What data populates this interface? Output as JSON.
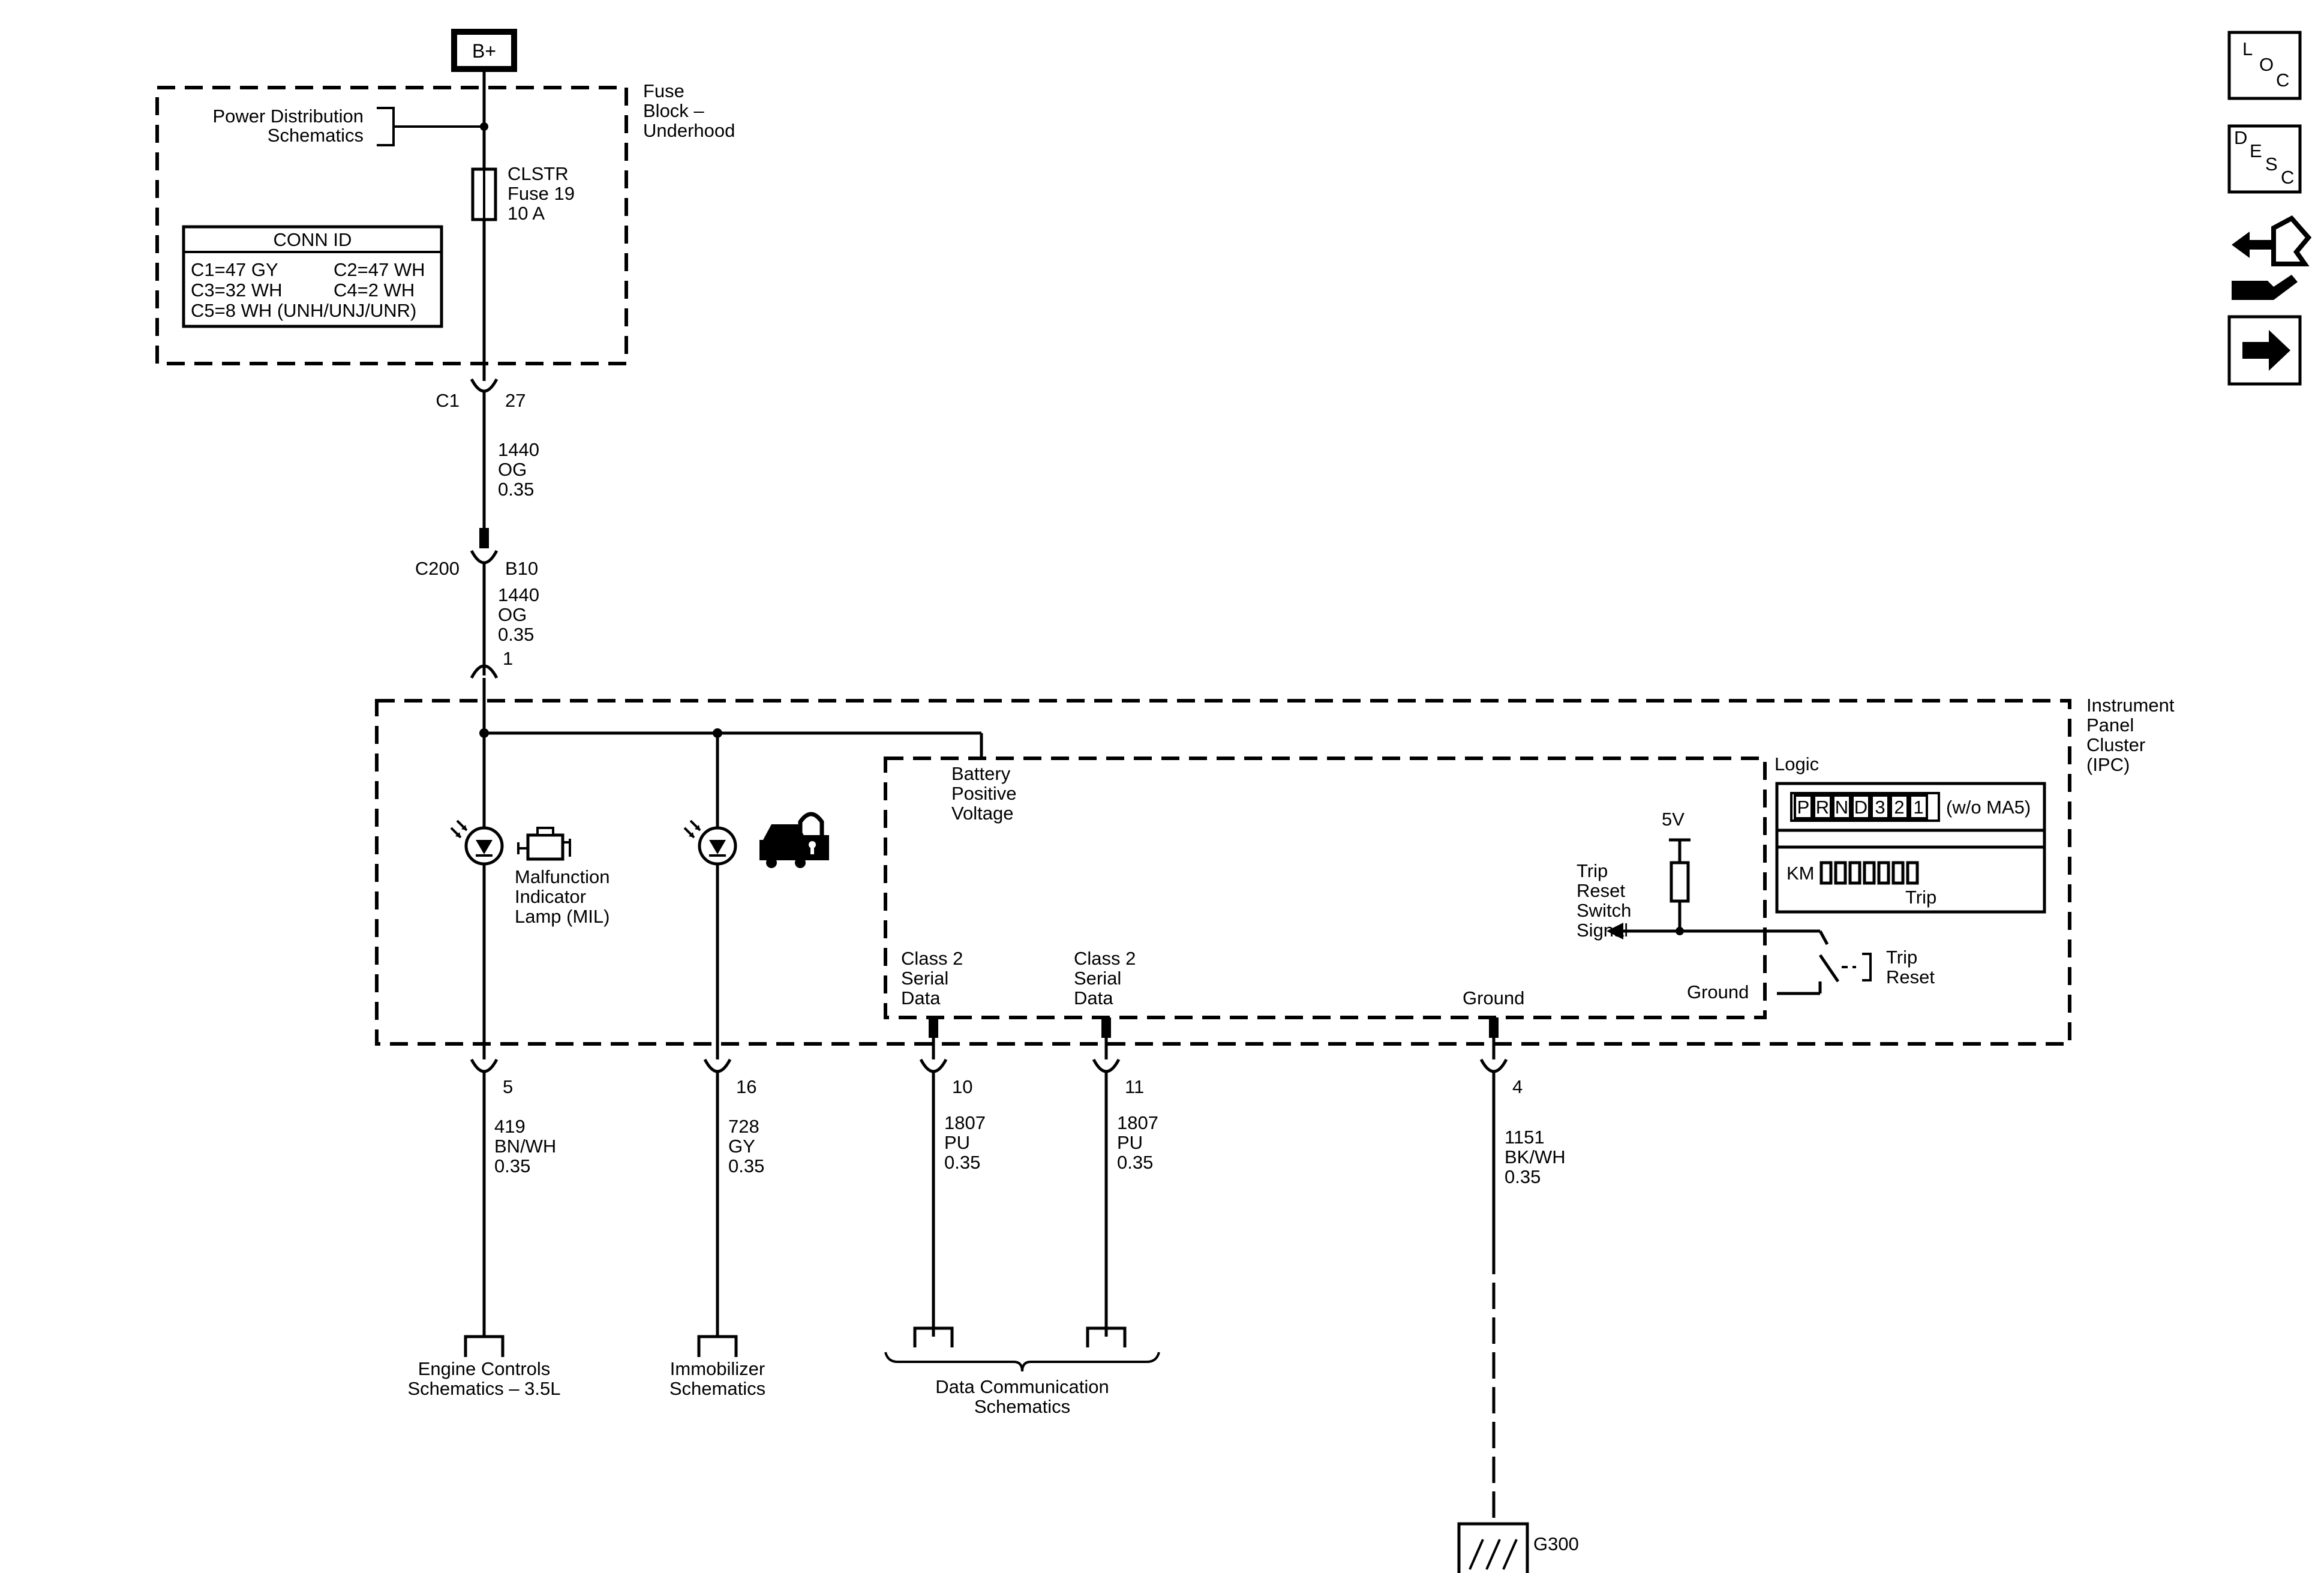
{
  "power_source": "B+",
  "fuse_block": {
    "label_lines": [
      "Fuse",
      "Block –",
      "Underhood"
    ],
    "power_dist_lines": [
      "Power Distribution",
      "Schematics"
    ],
    "fuse_lines": [
      "CLSTR",
      "Fuse 19",
      "10 A"
    ],
    "conn_id": {
      "title": "CONN ID",
      "rows": [
        [
          "C1=47 GY",
          "C2=47 WH"
        ],
        [
          "C3=32 WH",
          "C4=2 WH"
        ],
        [
          "C5=8 WH (UNH/UNJ/UNR)",
          ""
        ]
      ]
    }
  },
  "connectors": {
    "c1": {
      "name": "C1",
      "pin": "27"
    },
    "c200": {
      "name": "C200",
      "pin": "B10"
    },
    "ipc_in": {
      "pin": "1"
    }
  },
  "wires": {
    "w1": [
      "1440",
      "OG",
      "0.35"
    ],
    "w2": [
      "1440",
      "OG",
      "0.35"
    ],
    "mil": [
      "419",
      "BN/WH",
      "0.35"
    ],
    "immo": [
      "728",
      "GY",
      "0.35"
    ],
    "data1": [
      "1807",
      "PU",
      "0.35"
    ],
    "data2": [
      "1807",
      "PU",
      "0.35"
    ],
    "gnd": [
      "1151",
      "BK/WH",
      "0.35"
    ]
  },
  "ipc": {
    "label_lines": [
      "Instrument",
      "Panel",
      "Cluster",
      "(IPC)"
    ],
    "logic_label": "Logic",
    "battery_lines": [
      "Battery",
      "Positive",
      "Voltage"
    ],
    "mil_lines": [
      "Malfunction",
      "Indicator",
      "Lamp (MIL)"
    ],
    "class2_a": [
      "Class 2",
      "Serial",
      "Data"
    ],
    "class2_b": [
      "Class 2",
      "Serial",
      "Data"
    ],
    "ground_label": "Ground",
    "five_v": "5V",
    "trip_signal_lines": [
      "Trip",
      "Reset",
      "Switch",
      "Signal"
    ],
    "switch_ground": "Ground",
    "trip_reset_lines": [
      "Trip",
      "Reset"
    ],
    "prnd_letters": [
      "P",
      "R",
      "N",
      "D",
      "3",
      "2",
      "1"
    ],
    "prnd_note": "(w/o MA5)",
    "km_label": "KM",
    "trip_label": "Trip"
  },
  "pins": {
    "mil": "5",
    "immo": "16",
    "data1": "10",
    "data2": "11",
    "gnd": "4"
  },
  "destinations": {
    "engine_lines": [
      "Engine Controls",
      "Schematics – 3.5L"
    ],
    "immo_lines": [
      "Immobilizer",
      "Schematics"
    ],
    "data_lines": [
      "Data Communication",
      "Schematics"
    ],
    "ground": "G300"
  },
  "nav": {
    "loc": [
      "L",
      "O",
      "C"
    ],
    "desc": [
      "D",
      "E",
      "S",
      "C"
    ]
  }
}
